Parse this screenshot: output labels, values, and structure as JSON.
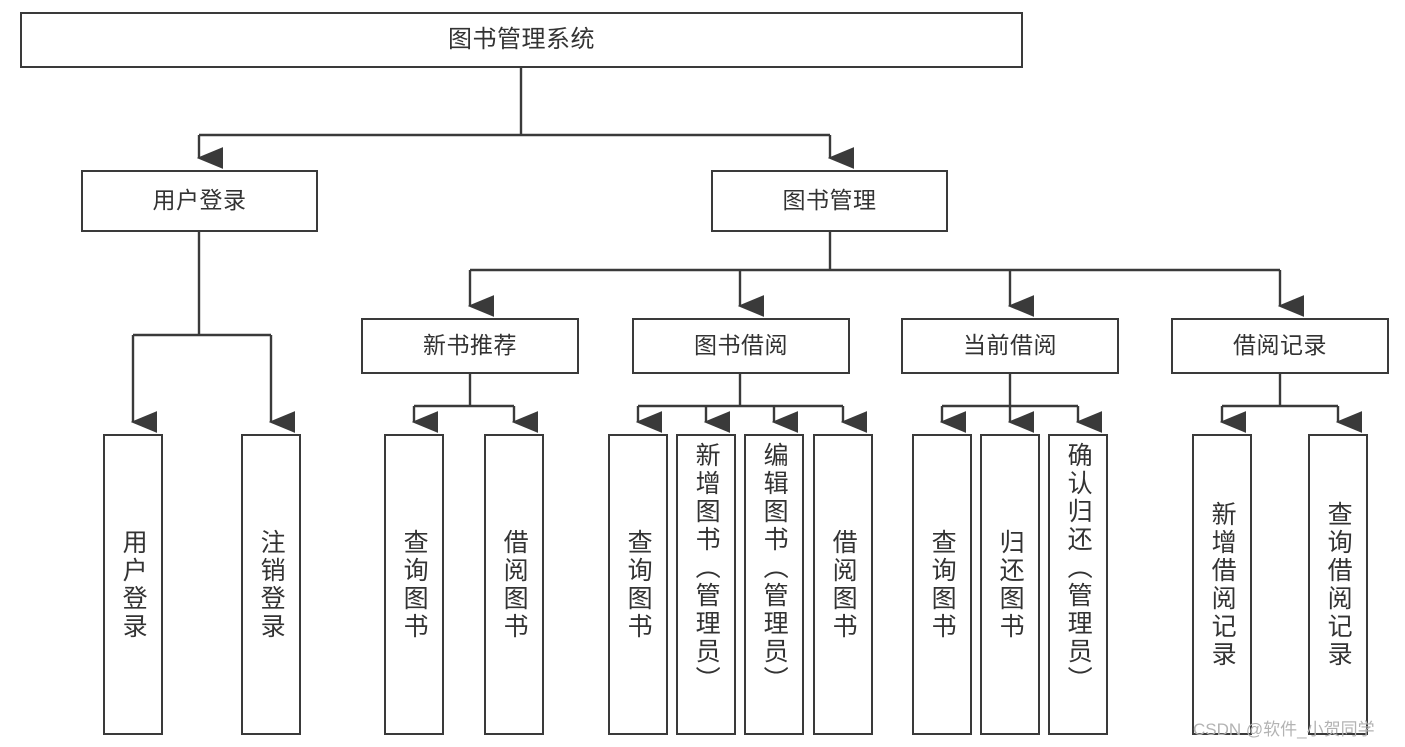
{
  "diagram": {
    "title": "图书管理系统",
    "watermark": "CSDN @软件_小贺同学",
    "colors": {
      "box_border": "#3a3a3a",
      "connector": "#3a3a3a",
      "text": "#333333",
      "background": "#ffffff",
      "watermark": "#b3b3b3"
    },
    "root": {
      "label": "图书管理系统"
    },
    "level1": [
      {
        "label": "用户登录"
      },
      {
        "label": "图书管理"
      }
    ],
    "level2": [
      {
        "label": "新书推荐"
      },
      {
        "label": "图书借阅"
      },
      {
        "label": "当前借阅"
      },
      {
        "label": "借阅记录"
      }
    ],
    "leaves": {
      "user_login": [
        {
          "label": "用户登录"
        },
        {
          "label": "注销登录"
        }
      ],
      "new_book_recommend": [
        {
          "label": "查询图书"
        },
        {
          "label": "借阅图书"
        }
      ],
      "book_borrow": [
        {
          "label": "查询图书"
        },
        {
          "label": "新增图书（管理员）"
        },
        {
          "label": "编辑图书（管理员）"
        },
        {
          "label": "借阅图书"
        }
      ],
      "current_borrow": [
        {
          "label": "查询图书"
        },
        {
          "label": "归还图书"
        },
        {
          "label": "确认归还（管理员）"
        }
      ],
      "borrow_record": [
        {
          "label": "新增借阅记录"
        },
        {
          "label": "查询借阅记录"
        }
      ]
    }
  },
  "chart_data": {
    "type": "table",
    "title": "图书管理系统 功能结构图",
    "hierarchy": [
      {
        "label": "图书管理系统",
        "children": [
          {
            "label": "用户登录",
            "children": [
              {
                "label": "用户登录"
              },
              {
                "label": "注销登录"
              }
            ]
          },
          {
            "label": "图书管理",
            "children": [
              {
                "label": "新书推荐",
                "children": [
                  {
                    "label": "查询图书"
                  },
                  {
                    "label": "借阅图书"
                  }
                ]
              },
              {
                "label": "图书借阅",
                "children": [
                  {
                    "label": "查询图书"
                  },
                  {
                    "label": "新增图书（管理员）"
                  },
                  {
                    "label": "编辑图书（管理员）"
                  },
                  {
                    "label": "借阅图书"
                  }
                ]
              },
              {
                "label": "当前借阅",
                "children": [
                  {
                    "label": "查询图书"
                  },
                  {
                    "label": "归还图书"
                  },
                  {
                    "label": "确认归还（管理员）"
                  }
                ]
              },
              {
                "label": "借阅记录",
                "children": [
                  {
                    "label": "新增借阅记录"
                  },
                  {
                    "label": "查询借阅记录"
                  }
                ]
              }
            ]
          }
        ]
      }
    ]
  }
}
